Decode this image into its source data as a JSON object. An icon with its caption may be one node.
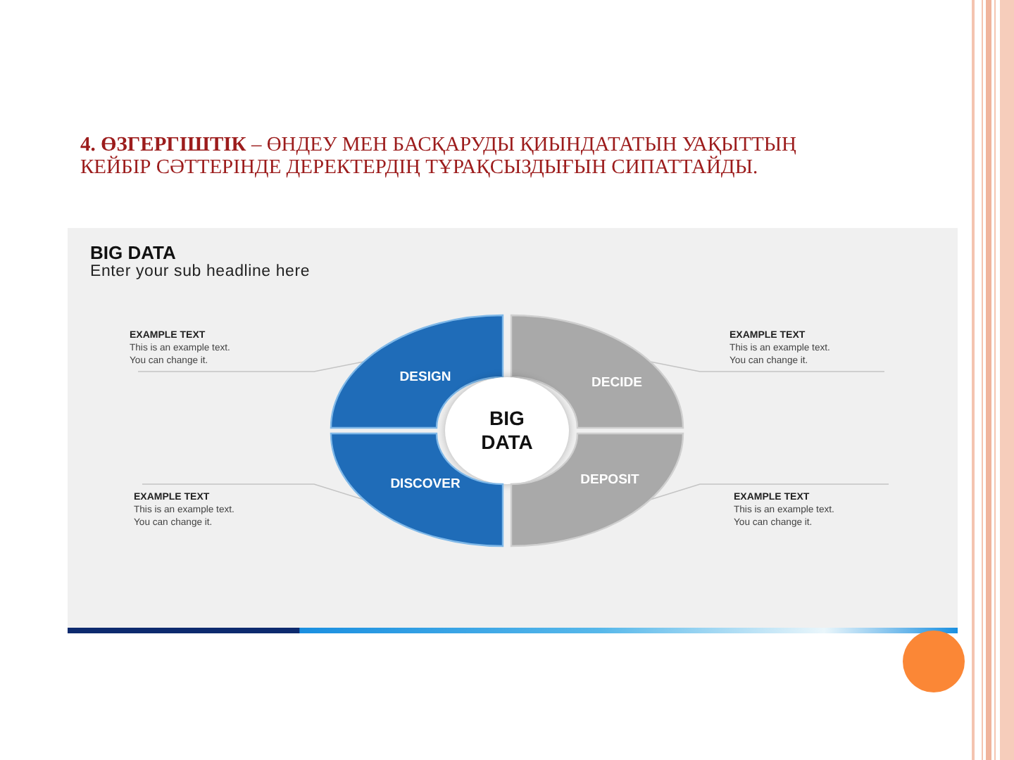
{
  "diagram": {
    "title": "**4. ӨЗГЕРГІШТІК** – ӨНДЕУ МЕН БАСҚАРУДЫ ҚИЫНДАТАТЫН УАҚЫТТЫҢ КЕЙБІР СӘТТЕРІНДЕ ДЕРЕКТЕРДІҢ ТҰРАҚСЫЗДЫҒЫН СИПАТТАЙДЫ.",
    "nodes": [
      {
        "text": [
          "EXAMPLE TEXT",
          "This is an example text. You can change it."
        ]
      },
      {
        "text": [
          "DESIGN"
        ]
      },
      {
        "text": [
          "DECIDE"
        ]
      },
      {
        "text": [
          "EXAMPLE TEXT",
          "This is an example text. You can change it."
        ]
      },
      {
        "text": [
          "BIG DATA"
        ]
      },
      {
        "text": [
          "DISCOVER"
        ]
      },
      {
        "text": [
          "DEPOSIT"
        ]
      },
      {
        "text": [
          "EXAMPLE TEXT",
          "This is an example text. You can change it."
        ]
      },
      {
        "text": [
          "EXAMPLE TEXT",
          "This is an example text. You can change it."
        ]
      }
    ],
    "edges": [
      {
        "from": 0,
        "to": 1,
        "arrow": "none"
      },
      {
        "from": 3,
        "to": 2,
        "arrow": "none"
      },
      {
        "from": 7,
        "to": 5,
        "arrow": "none"
      },
      {
        "from": 8,
        "to": 6,
        "arrow": "none"
      }
    ],
    "labels": [
      "BIG DATA",
      "Enter your sub headline here"
    ]
  }
}
